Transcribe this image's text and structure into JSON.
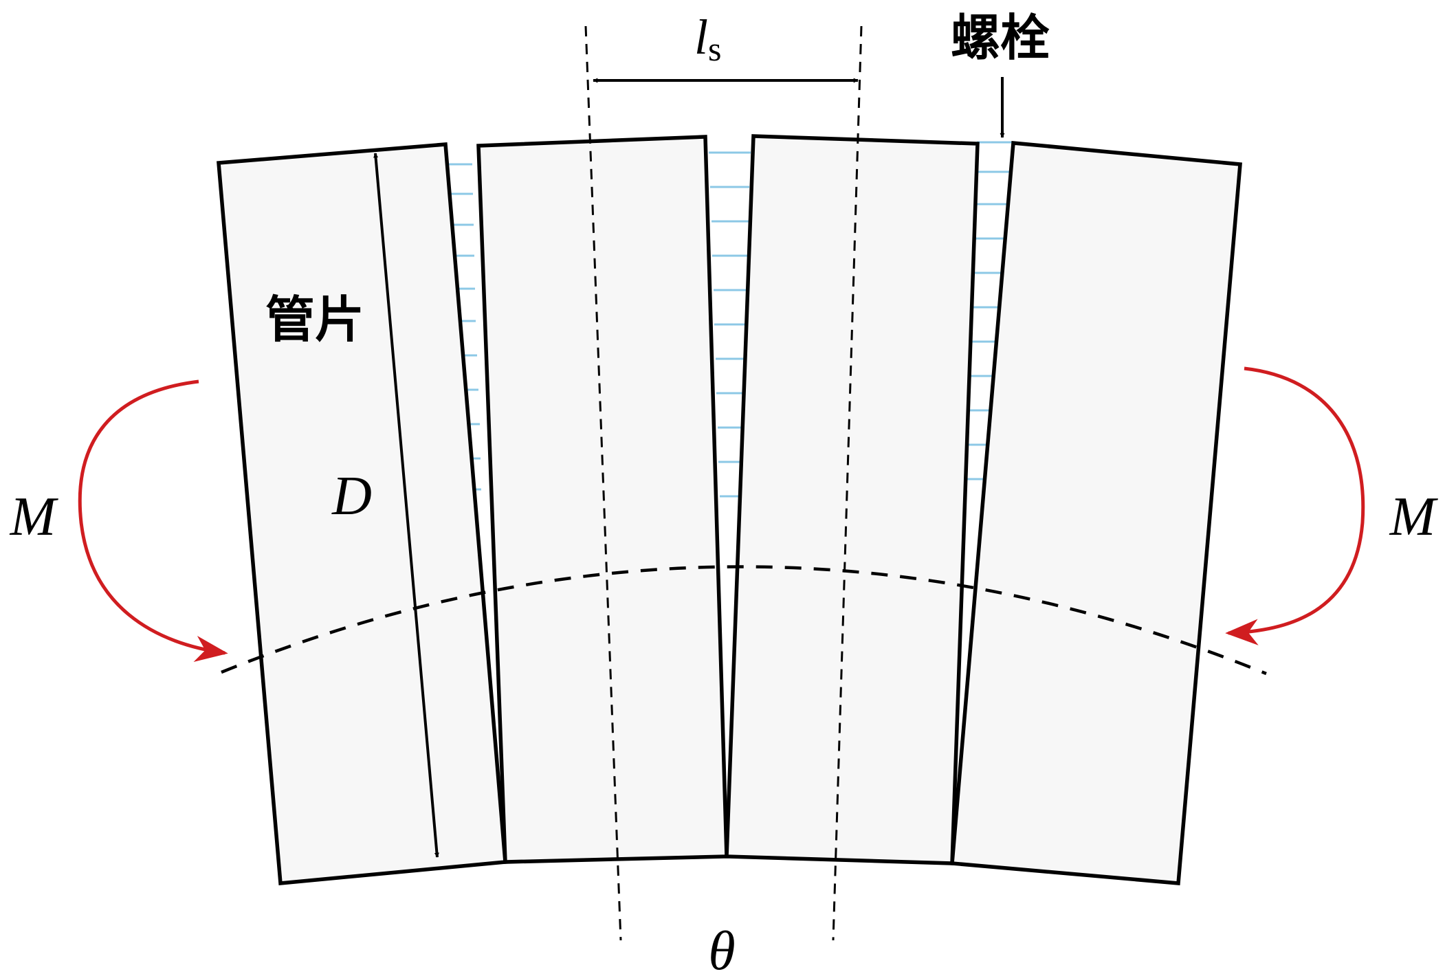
{
  "labels": {
    "spacing": "l",
    "spacing_subscript": "s",
    "bolt": "螺栓",
    "segment": "管片",
    "thickness": "D",
    "moment_left": "M",
    "moment_right": "M",
    "angle": "θ"
  },
  "colors": {
    "segment_fill": "#f7f7f7",
    "outline": "#000000",
    "bolt": "#8cc8e6",
    "moment_arrow": "#d01d20"
  }
}
